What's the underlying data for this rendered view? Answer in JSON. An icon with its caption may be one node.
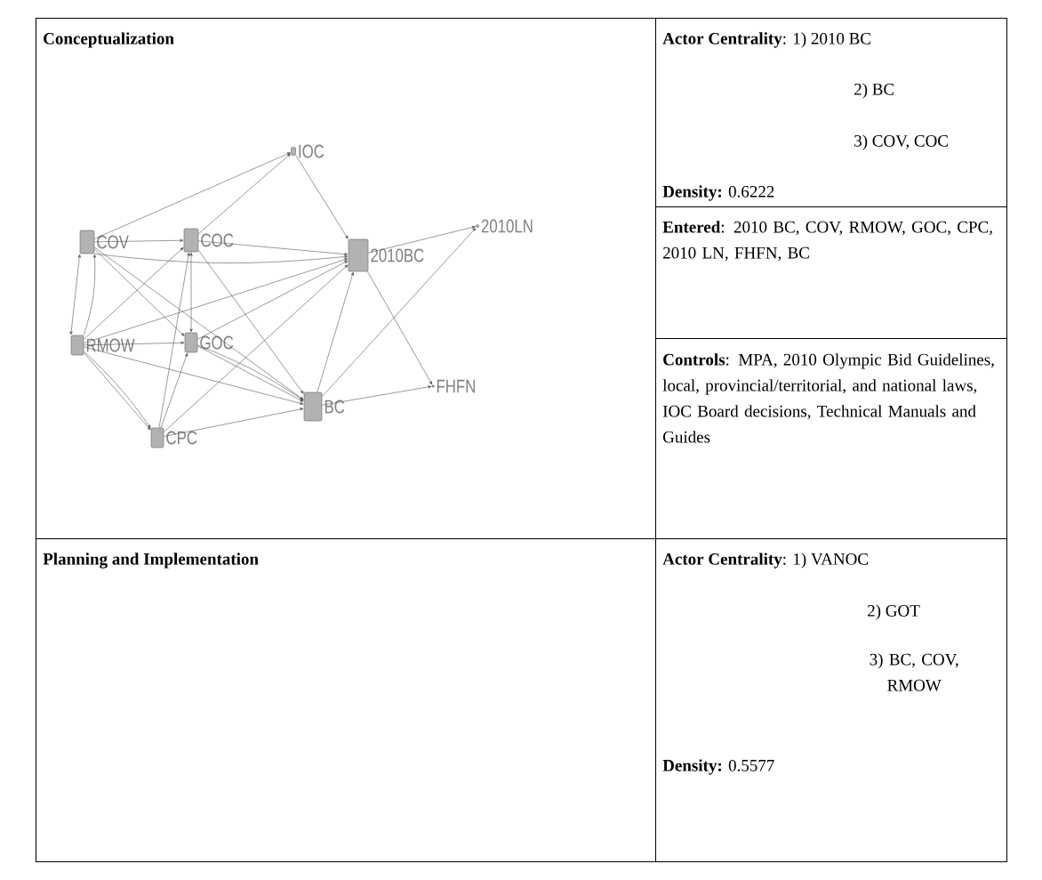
{
  "diagram": {
    "nodes": [
      {
        "text": [
          "Conceptualization"
        ]
      },
      {
        "text": [
          "**Actor Centrality**: 1) 2010 BC",
          "2) BC",
          "3) COV, COC",
          "**Density:** 0.6222"
        ]
      },
      {
        "text": [
          "**Entered**: 2010 BC, COV, RMOW, GOC, CPC, 2010 LN, FHFN, BC"
        ]
      },
      {
        "text": [
          "**Controls**: MPA, 2010 Olympic Bid Guidelines, local, provincial/territorial, and national laws, IOC Board decisions, Technical Manuals and Guides"
        ]
      },
      {
        "text": [
          "Planning and Implementation"
        ]
      },
      {
        "text": [
          "**Actor Centrality**: 1) VANOC",
          "2) GOT",
          "3) BC, COV, RMOW",
          "**Density:** 0.5577"
        ]
      },
      {
        "text": [
          "IOC"
        ],
        "in": 0
      },
      {
        "text": [
          "COV"
        ],
        "in": 0
      },
      {
        "text": [
          "COC"
        ],
        "in": 0
      },
      {
        "text": [
          "2010LN"
        ],
        "in": 0
      },
      {
        "text": [
          "2010BC"
        ],
        "in": 0
      },
      {
        "text": [
          "RMOW"
        ],
        "in": 0
      },
      {
        "text": [
          "GOC"
        ],
        "in": 0
      },
      {
        "text": [
          "FHFN"
        ],
        "in": 0
      },
      {
        "text": [
          "BC"
        ],
        "in": 0
      },
      {
        "text": [
          "CPC"
        ],
        "in": 0
      }
    ],
    "edges": [
      {
        "from": 7,
        "to": 6,
        "arrow": "to"
      },
      {
        "from": 8,
        "to": 6,
        "arrow": "to"
      },
      {
        "from": 6,
        "to": 10,
        "arrow": "to"
      },
      {
        "from": 7,
        "to": 8,
        "arrow": "to"
      },
      {
        "from": 7,
        "to": 10,
        "arrow": "to"
      },
      {
        "from": 8,
        "to": 10,
        "arrow": "to"
      },
      {
        "from": 7,
        "to": 12,
        "arrow": "to"
      },
      {
        "from": 7,
        "to": 14,
        "arrow": "to"
      },
      {
        "from": 11,
        "to": 7,
        "arrow": "both"
      },
      {
        "from": 11,
        "to": 7,
        "arrow": "to"
      },
      {
        "from": 11,
        "to": 8,
        "arrow": "to"
      },
      {
        "from": 11,
        "to": 12,
        "arrow": "to"
      },
      {
        "from": 11,
        "to": 10,
        "arrow": "to"
      },
      {
        "from": 11,
        "to": 14,
        "arrow": "to"
      },
      {
        "from": 11,
        "to": 15,
        "arrow": "to"
      },
      {
        "from": 11,
        "to": 15,
        "arrow": "to"
      },
      {
        "from": 8,
        "to": 12,
        "arrow": "both"
      },
      {
        "from": 15,
        "to": 8,
        "arrow": "to"
      },
      {
        "from": 15,
        "to": 12,
        "arrow": "to"
      },
      {
        "from": 8,
        "to": 14,
        "arrow": "to"
      },
      {
        "from": 12,
        "to": 10,
        "arrow": "to"
      },
      {
        "from": 12,
        "to": 14,
        "arrow": "to"
      },
      {
        "from": 12,
        "to": 14,
        "arrow": "to"
      },
      {
        "from": 15,
        "to": 10,
        "arrow": "to"
      },
      {
        "from": 15,
        "to": 14,
        "arrow": "to"
      },
      {
        "from": 14,
        "to": 10,
        "arrow": "to"
      },
      {
        "from": 10,
        "to": 9,
        "arrow": "to"
      },
      {
        "from": 14,
        "to": 9,
        "arrow": "to"
      },
      {
        "from": 10,
        "to": 13,
        "arrow": "to"
      },
      {
        "from": 14,
        "to": 13,
        "arrow": "to"
      }
    ]
  }
}
